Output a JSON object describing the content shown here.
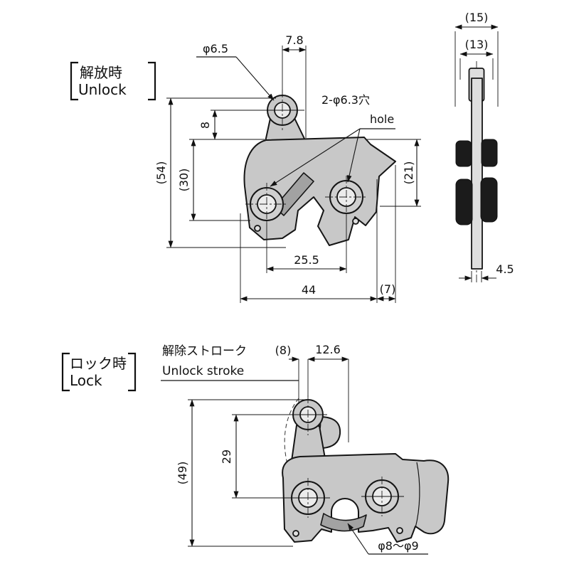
{
  "colors": {
    "body_gray": "#c8c8c8",
    "line": "#151515",
    "background": "#ffffff"
  },
  "unlock_view": {
    "label_jp": "解放時",
    "label_en": "Unlock",
    "dim_dia_top": "φ6.5",
    "dim_78": "7.8",
    "dim_8": "8",
    "dim_54": "(54)",
    "dim_30": "(30)",
    "holes_label_jp": "2-φ6.3穴",
    "holes_label_en": "hole",
    "dim_21": "(21)",
    "dim_255": "25.5",
    "dim_44": "44",
    "dim_7": "(7)"
  },
  "side_view": {
    "dim_15": "(15)",
    "dim_13": "(13)",
    "dim_45": "4.5"
  },
  "lock_view": {
    "label_jp": "ロック時",
    "label_en": "Lock",
    "stroke_label_jp": "解除ストローク",
    "stroke_label_en": "Unlock stroke",
    "dim_8": "(8)",
    "dim_126": "12.6",
    "dim_29": "29",
    "dim_49": "(49)",
    "dim_dia_bottom": "φ8～φ9"
  }
}
